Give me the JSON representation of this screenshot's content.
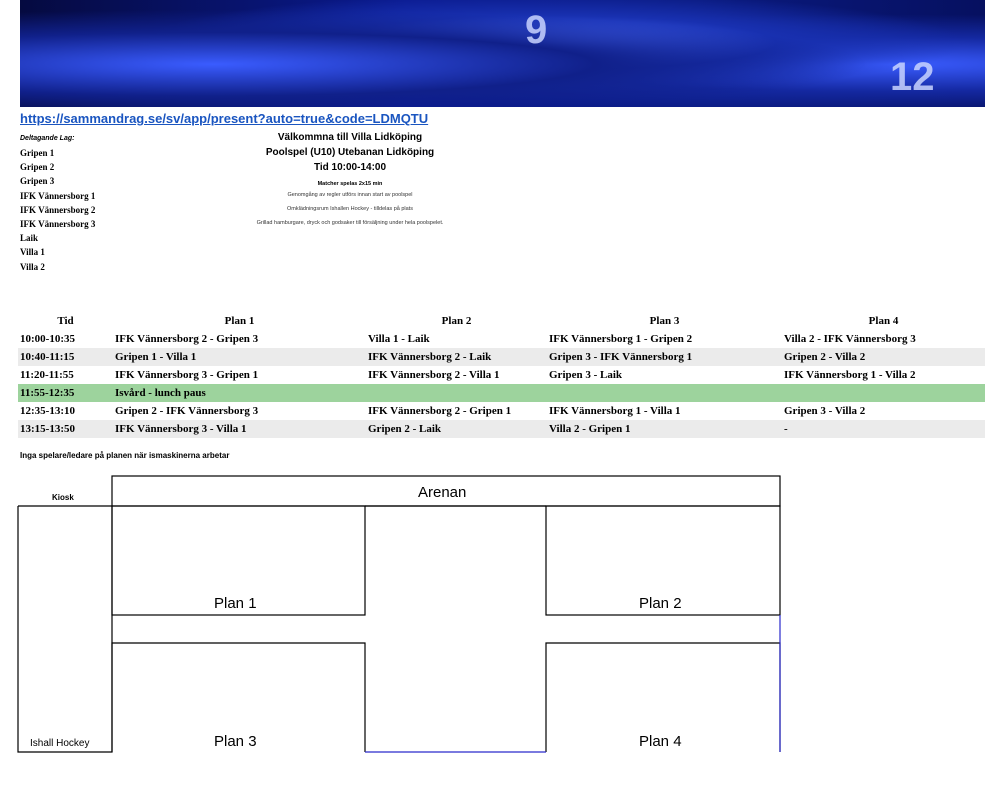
{
  "banner": {
    "numbers": [
      "9",
      "12"
    ]
  },
  "link": "https://sammandrag.se/sv/app/present?auto=true&code=LDMQTU",
  "teams": {
    "label": "Deltagande Lag:",
    "items": [
      "Gripen 1",
      "Gripen 2",
      "Gripen 3",
      "IFK Vännersborg 1",
      "IFK Vännersborg 2",
      "IFK Vännersborg 3",
      "Laik",
      "Villa 1",
      "Villa 2"
    ]
  },
  "info": {
    "title": "Välkommna till Villa Lidköping",
    "subtitle": "Poolspel (U10) Utebanan Lidköping",
    "time": "Tid 10:00-14:00",
    "matches": "Matcher spelas 2x15 min",
    "lines": [
      "Genomgång av regler utförs innan start av poolspel",
      "Omklädningsrum Ishallen Hockey - tilldelas på plats",
      "Grillad hamburgare, dryck och godsaker till försäljning under hela poolspelet."
    ]
  },
  "schedule": {
    "headers": [
      "Tid",
      "Plan 1",
      "Plan 2",
      "Plan 3",
      "Plan 4"
    ],
    "rows": [
      [
        "10:00-10:35",
        "IFK Vännersborg 2 - Gripen 3",
        "Villa 1 - Laik",
        "IFK Vännersborg 1 - Gripen 2",
        "Villa 2 - IFK Vännersborg 3"
      ],
      [
        "10:40-11:15",
        "Gripen 1 - Villa 1",
        "IFK Vännersborg 2 - Laik",
        "Gripen 3 - IFK Vännersborg 1",
        "Gripen 2 - Villa 2"
      ],
      [
        "11:20-11:55",
        "IFK Vännersborg 3 - Gripen 1",
        "IFK Vännersborg 2 - Villa 1",
        "Gripen 3 - Laik",
        "IFK Vännersborg 1 - Villa 2"
      ],
      [
        "11:55-12:35",
        "Isvård - lunch paus",
        "",
        "",
        ""
      ],
      [
        "12:35-13:10",
        "Gripen 2 - IFK Vännersborg 3",
        "IFK Vännersborg 2 - Gripen 1",
        "IFK Vännersborg 1 - Villa 1",
        "Gripen 3 - Villa 2"
      ],
      [
        "13:15-13:50",
        "IFK Vännersborg 3 - Villa 1",
        "Gripen 2 - Laik",
        "Villa 2 - Gripen 1",
        "-"
      ]
    ]
  },
  "note": "Inga spelare/ledare på planen när ismaskinerna arbetar",
  "map": {
    "kiosk": "Kiosk",
    "arena": "Arenan",
    "plan1": "Plan 1",
    "plan2": "Plan 2",
    "plan3": "Plan 3",
    "plan4": "Plan 4",
    "ishall": "Ishall Hockey"
  },
  "colors": {
    "link": "#1a55c0",
    "lunch": "#9dd39d",
    "alt": "#ebebeb"
  }
}
